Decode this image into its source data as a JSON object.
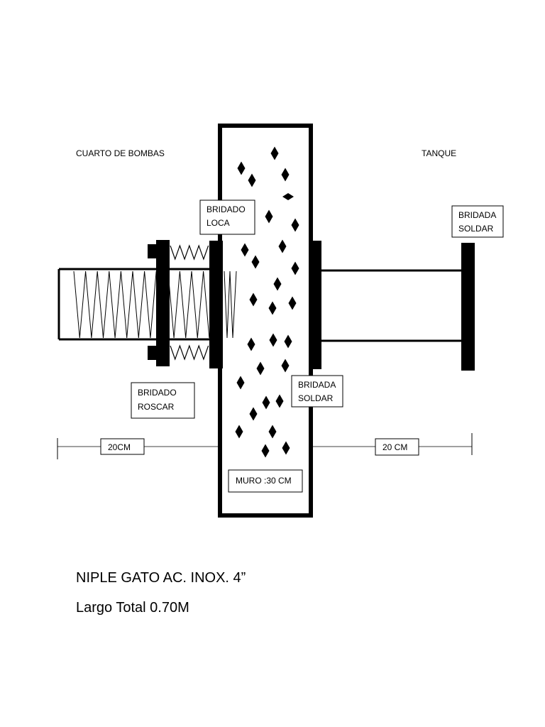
{
  "zones": {
    "left": "CUARTO DE BOMBAS",
    "right": "TANQUE"
  },
  "labels": {
    "bridado_loca": [
      "BRIDADO",
      "LOCA"
    ],
    "bridada_soldar_far": [
      "BRIDADA",
      "SOLDAR"
    ],
    "bridado_roscar": [
      "BRIDADO",
      "ROSCAR"
    ],
    "bridada_soldar_wall": [
      "BRIDADA",
      "SOLDAR"
    ]
  },
  "dimensions": {
    "left": "20CM",
    "right": "20 CM",
    "wall": "MURO :30 CM"
  },
  "caption": {
    "line1": "NIPLE GATO AC. INOX. 4”",
    "line2": "Largo Total 0.70M"
  }
}
